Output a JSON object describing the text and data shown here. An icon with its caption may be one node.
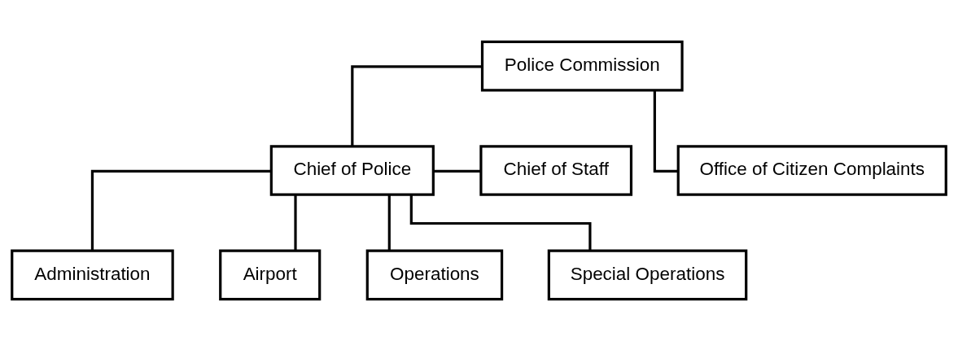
{
  "diagram": {
    "nodes": [
      {
        "text": [
          "Police Commission"
        ]
      },
      {
        "text": [
          "Chief of Police"
        ]
      },
      {
        "text": [
          "Chief of Staff"
        ]
      },
      {
        "text": [
          "Office of Citizen Complaints"
        ]
      },
      {
        "text": [
          "Administration"
        ]
      },
      {
        "text": [
          "Airport"
        ]
      },
      {
        "text": [
          "Operations"
        ]
      },
      {
        "text": [
          "Special Operations"
        ]
      }
    ],
    "edges": [
      {
        "from": 0,
        "to": 1,
        "arrow": "none"
      },
      {
        "from": 0,
        "to": 3,
        "arrow": "none"
      },
      {
        "from": 1,
        "to": 2,
        "arrow": "none"
      },
      {
        "from": 1,
        "to": 4,
        "arrow": "none"
      },
      {
        "from": 1,
        "to": 5,
        "arrow": "none"
      },
      {
        "from": 1,
        "to": 6,
        "arrow": "none"
      },
      {
        "from": 1,
        "to": 7,
        "arrow": "none"
      }
    ]
  }
}
